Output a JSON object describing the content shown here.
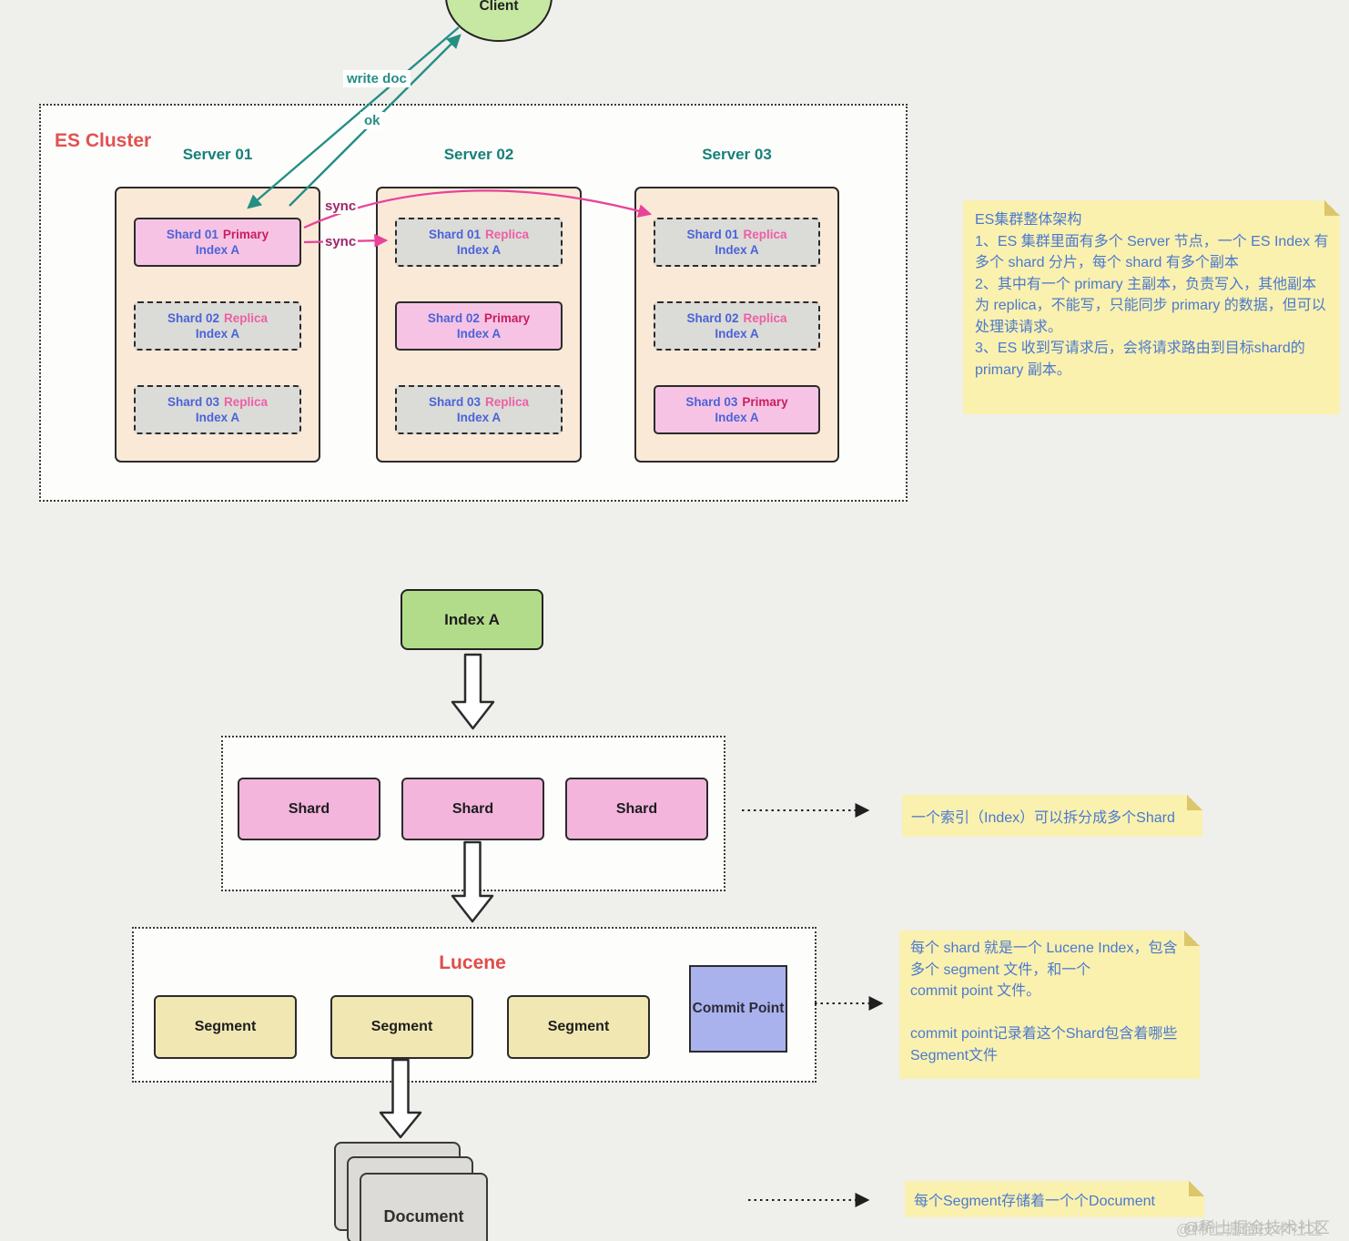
{
  "client": {
    "label": "Client"
  },
  "flow_labels": {
    "write_doc": "write doc",
    "ok": "ok",
    "sync_top": "sync",
    "sync_bottom": "sync"
  },
  "cluster": {
    "title": "ES Cluster",
    "servers": [
      {
        "name": "Server 01",
        "shards": [
          {
            "shard": "Shard 01",
            "role": "Primary",
            "index": "Index A",
            "type": "primary"
          },
          {
            "shard": "Shard 02",
            "role": "Replica",
            "index": "Index A",
            "type": "replica"
          },
          {
            "shard": "Shard 03",
            "role": "Replica",
            "index": "Index A",
            "type": "replica"
          }
        ]
      },
      {
        "name": "Server 02",
        "shards": [
          {
            "shard": "Shard 01",
            "role": "Replica",
            "index": "Index A",
            "type": "replica"
          },
          {
            "shard": "Shard 02",
            "role": "Primary",
            "index": "Index A",
            "type": "primary"
          },
          {
            "shard": "Shard 03",
            "role": "Replica",
            "index": "Index A",
            "type": "replica"
          }
        ]
      },
      {
        "name": "Server 03",
        "shards": [
          {
            "shard": "Shard 01",
            "role": "Replica",
            "index": "Index A",
            "type": "replica"
          },
          {
            "shard": "Shard 02",
            "role": "Replica",
            "index": "Index A",
            "type": "replica"
          },
          {
            "shard": "Shard 03",
            "role": "Primary",
            "index": "Index A",
            "type": "primary"
          }
        ]
      }
    ]
  },
  "notes": {
    "architecture": {
      "lines": [
        "ES集群整体架构",
        "1、ES 集群里面有多个 Server 节点，一个 ES Index 有",
        "多个 shard 分片，每个 shard 有多个副本",
        "2、其中有一个 primary 主副本，负责写入，其他副本",
        "为 replica，不能写，只能同步 primary 的数据，但可以",
        "处理读请求。",
        "3、ES 收到写请求后，会将请求路由到目标shard的",
        "primary 副本。"
      ]
    },
    "shard": {
      "text": "一个索引（Index）可以拆分成多个Shard"
    },
    "lucene": {
      "lines": [
        "每个 shard 就是一个 Lucene Index，包含",
        "多个 segment 文件，和一个",
        "commit point 文件。",
        "",
        "commit point记录着这个Shard包含着哪些",
        "Segment文件"
      ]
    },
    "segment": {
      "text": "每个Segment存储着一个个Document"
    }
  },
  "index_flow": {
    "index_label": "Index A",
    "shard_labels": [
      "Shard",
      "Shard",
      "Shard"
    ]
  },
  "lucene": {
    "title": "Lucene",
    "segments": [
      "Segment",
      "Segment",
      "Segment"
    ],
    "commit_point": "Commit Point"
  },
  "document": {
    "label": "Document"
  },
  "watermark": "@稀土掘金技术社区",
  "colors": {
    "page_bg": "#efefec",
    "panel_bg": "#fdfdfb",
    "teal_arrow": "#258f84",
    "red_title": "#e05252",
    "server_fill": "#fbe9d8",
    "primary_fill": "#f7c3e5",
    "replica_fill": "#dbdbd8",
    "shard_text_blue": "#4a63d8",
    "primary_text": "#c81e5e",
    "replica_text": "#ee5fa5",
    "sync_text": "#9e2668",
    "pink_arrow": "#e8439a",
    "note_bg": "#faf1af",
    "note_text": "#4b79cf",
    "index_fill": "#b2dc8a",
    "shard_fill": "#f3b5dc",
    "segment_fill": "#f1e7b3",
    "commit_fill": "#a9b2ec",
    "doc_fill": "#dcdbd8"
  }
}
